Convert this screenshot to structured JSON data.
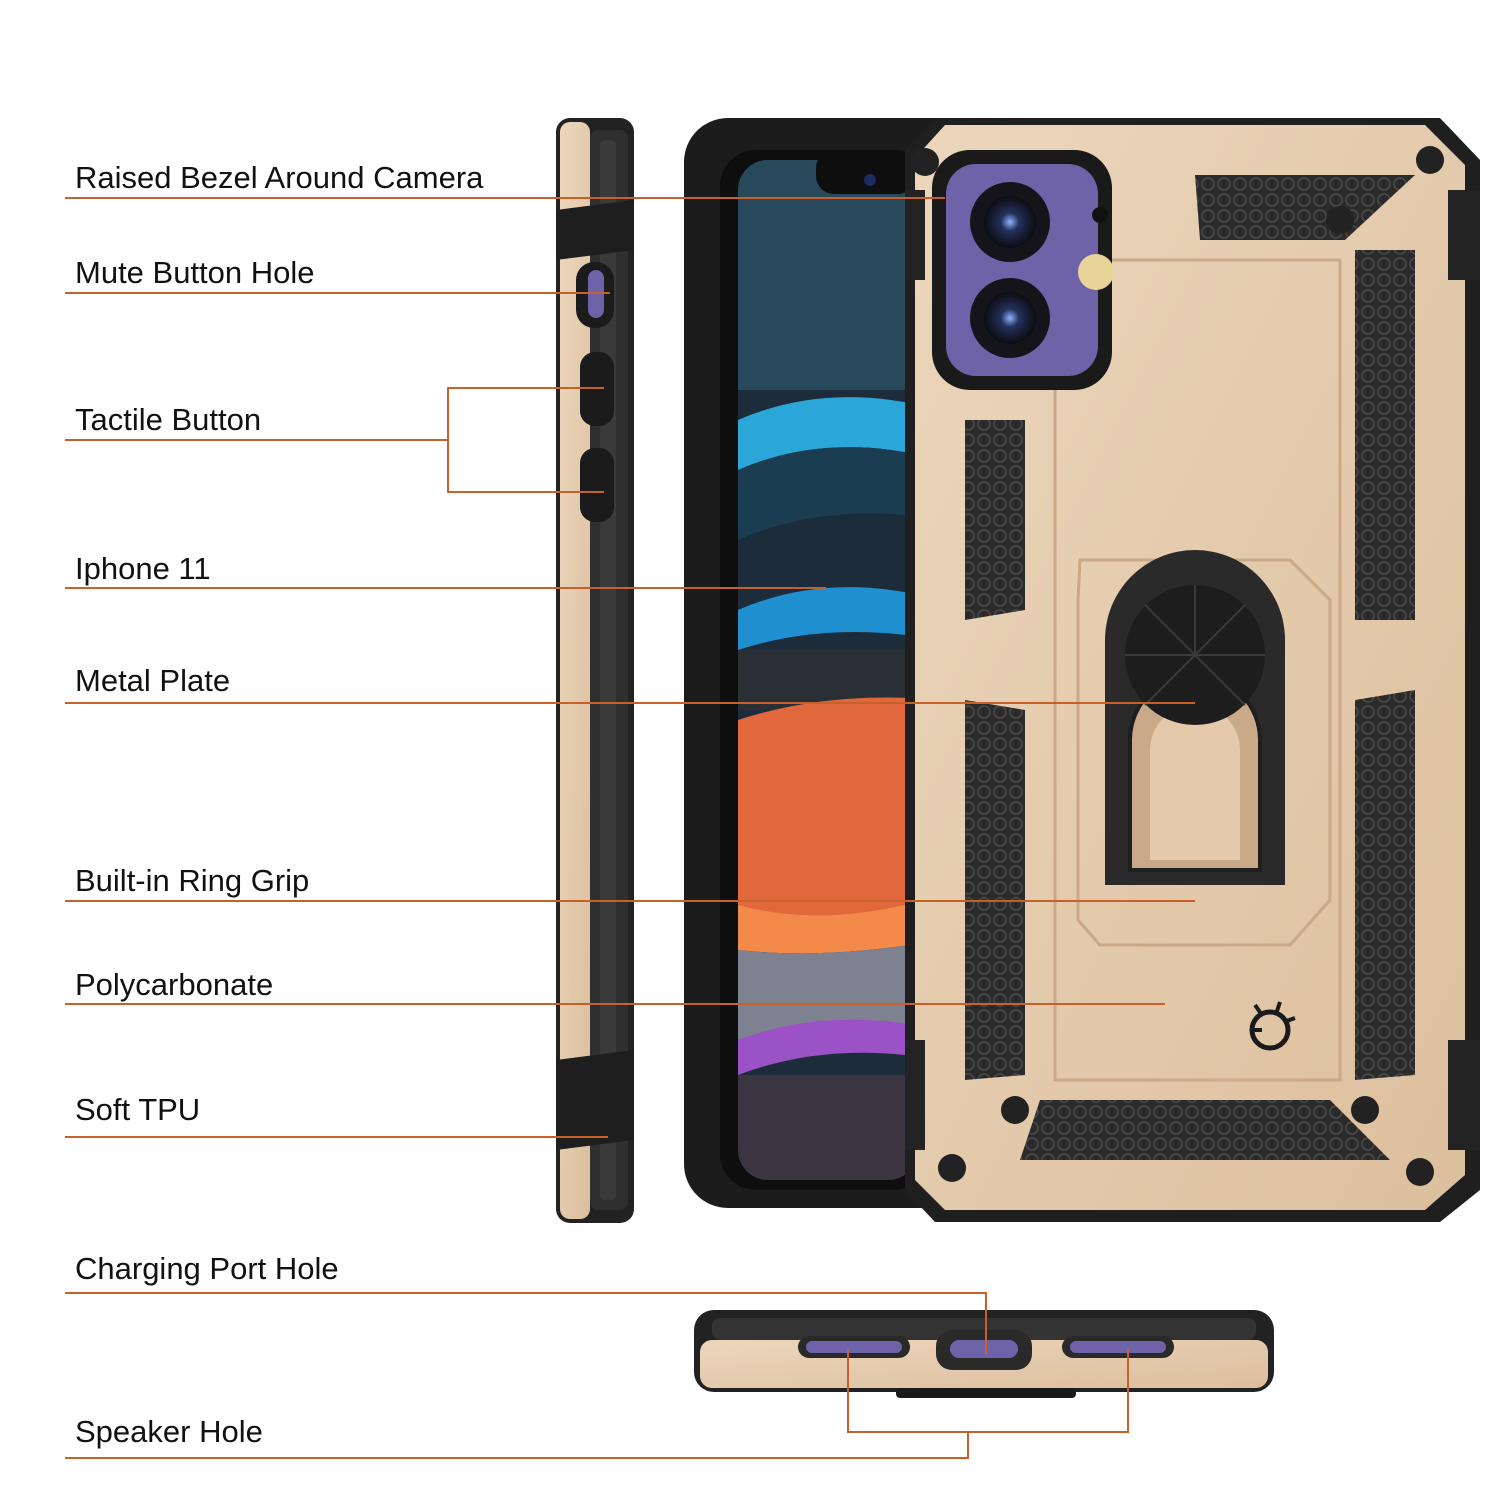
{
  "diagram": {
    "labels": [
      {
        "id": "raised-bezel",
        "text": "Raised Bezel Around Camera"
      },
      {
        "id": "mute-button-hole",
        "text": "Mute Button Hole"
      },
      {
        "id": "tactile-button",
        "text": "Tactile Button"
      },
      {
        "id": "iphone-11",
        "text": "Iphone 11"
      },
      {
        "id": "metal-plate",
        "text": "Metal Plate"
      },
      {
        "id": "ring-grip",
        "text": "Built-in Ring Grip"
      },
      {
        "id": "polycarbonate",
        "text": "Polycarbonate"
      },
      {
        "id": "soft-tpu",
        "text": "Soft TPU"
      },
      {
        "id": "charging-port-hole",
        "text": "Charging Port Hole"
      },
      {
        "id": "speaker-hole",
        "text": "Speaker Hole"
      }
    ],
    "colors": {
      "leader_line": "#c8602a",
      "case_gold": "#e4c9aa",
      "case_gold_dark": "#c9a987",
      "tpu_black": "#2a2a2a",
      "camera_purple": "#6e63a8",
      "label_text": "#111111"
    }
  }
}
